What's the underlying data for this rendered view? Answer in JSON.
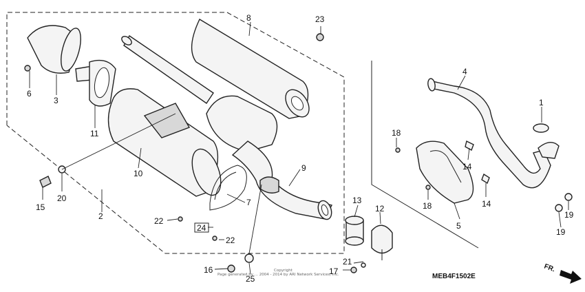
{
  "diagram": {
    "code": "MEB4F1502E",
    "copyright_line1": "Copyright",
    "copyright_line2": "Page generated by ... 2004 - 2014 by ARI Network Services, Inc.",
    "direction_label": "FR."
  },
  "callouts": {
    "c1": "1",
    "c2": "2",
    "c3": "3",
    "c4": "4",
    "c5": "5",
    "c6": "6",
    "c7": "7",
    "c8": "8",
    "c9": "9",
    "c10": "10",
    "c11": "11",
    "c12": "12",
    "c13": "13",
    "c14a": "14",
    "c14b": "14",
    "c15": "15",
    "c16": "16",
    "c17": "17",
    "c18a": "18",
    "c18b": "18",
    "c19a": "19",
    "c19b": "19",
    "c20": "20",
    "c21": "21",
    "c22a": "22",
    "c22b": "22",
    "c23": "23",
    "c24": "24",
    "c25": "25"
  }
}
